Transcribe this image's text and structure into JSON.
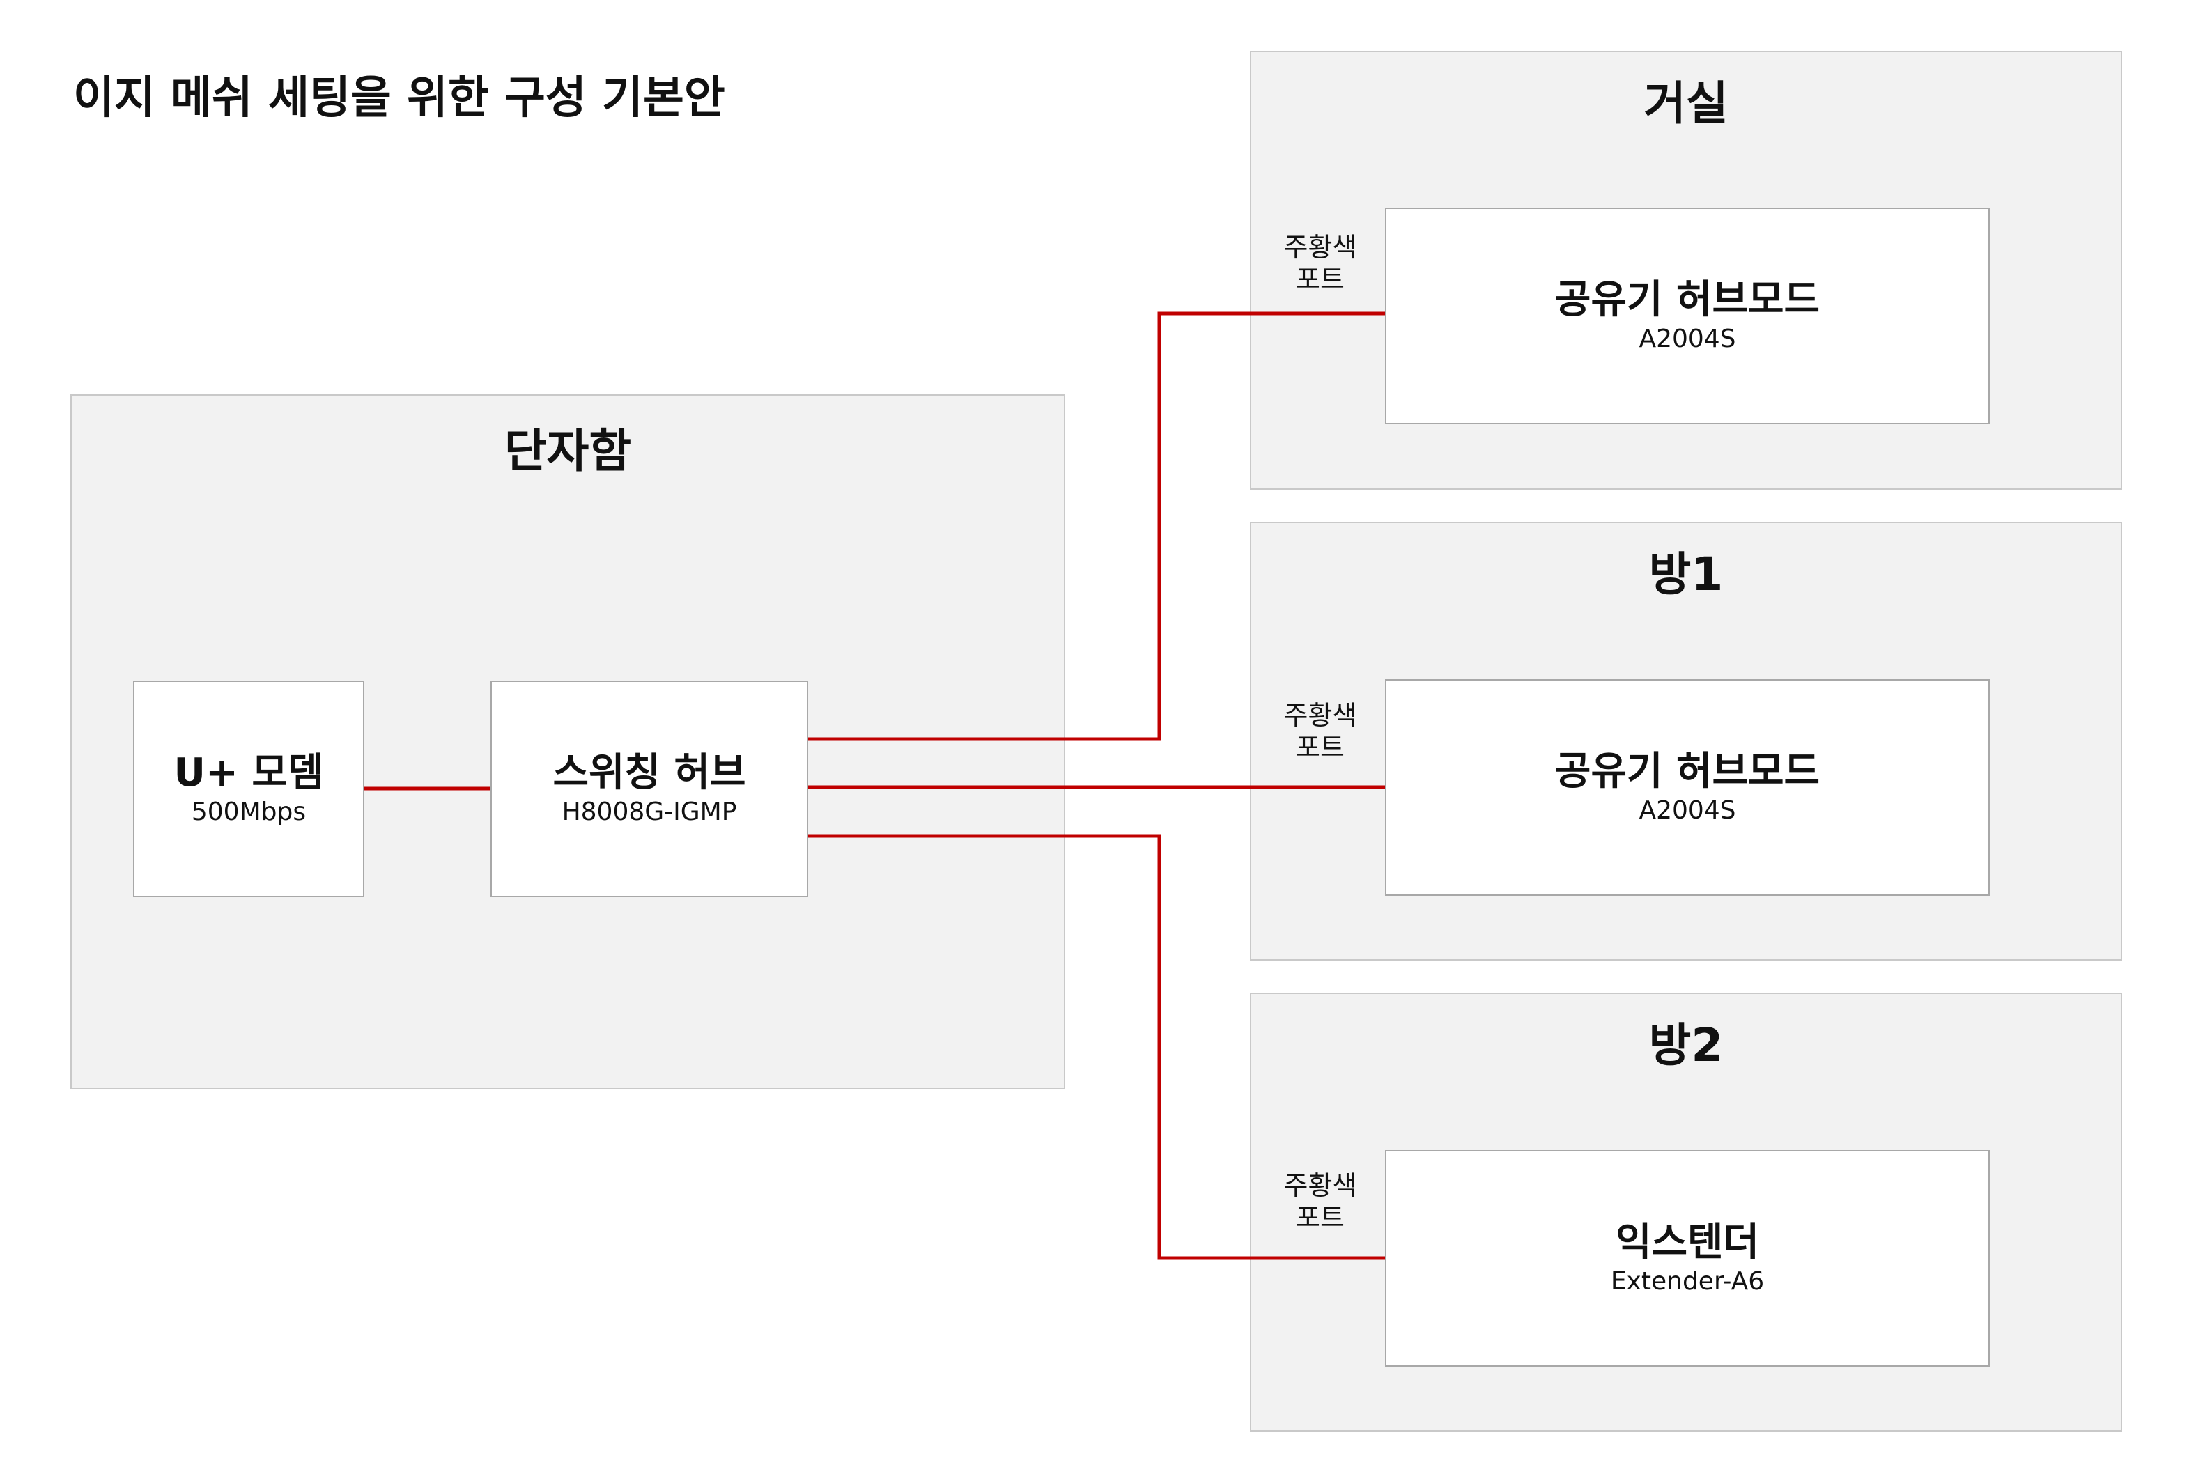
{
  "title": "이지 메쉬 세팅을 위한 구성 기본안",
  "colors": {
    "link": "#c00000",
    "zone_background": "#f2f2f2",
    "device_background": "#ffffff"
  },
  "zones": {
    "cabinet": {
      "title": "단자함"
    },
    "living_room": {
      "title": "거실"
    },
    "room1": {
      "title": "방1"
    },
    "room2": {
      "title": "방2"
    }
  },
  "devices": {
    "modem": {
      "name": "U+ 모뎀",
      "model": "500Mbps"
    },
    "switch_hub": {
      "name": "스위칭 허브",
      "model": "H8008G-IGMP"
    },
    "router_living": {
      "name": "공유기 허브모드",
      "model": "A2004S"
    },
    "router_room1": {
      "name": "공유기 허브모드",
      "model": "A2004S"
    },
    "extender_room2": {
      "name": "익스텐더",
      "model": "Extender-A6"
    }
  },
  "port_labels": {
    "living_room": [
      "주황색",
      "포트"
    ],
    "room1": [
      "주황색",
      "포트"
    ],
    "room2": [
      "주황색",
      "포트"
    ]
  }
}
